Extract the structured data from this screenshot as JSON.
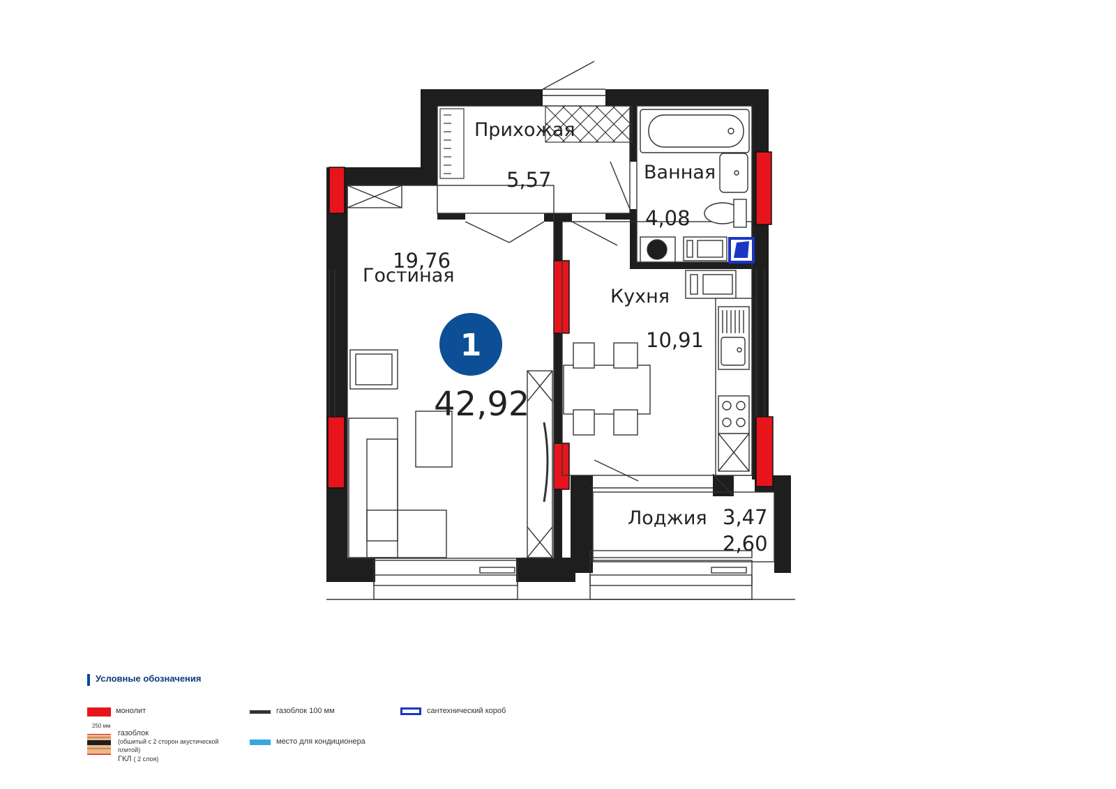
{
  "badge": {
    "number": "1",
    "total_area": "42,92"
  },
  "rooms": {
    "hallway": {
      "name": "Прихожая",
      "area": "5,57"
    },
    "bathroom": {
      "name": "Ванная",
      "area": "4,08"
    },
    "living": {
      "name": "Гостиная",
      "area": "19,76"
    },
    "kitchen": {
      "name": "Кухня",
      "area": "10,91"
    },
    "loggia": {
      "name": "Лоджия",
      "area": "3,47",
      "area2": "2,60"
    }
  },
  "legend": {
    "title": "Условные обозначения",
    "items": {
      "monolith": "монолит",
      "gasblock100": "газоблок 100 мм",
      "plumbing_box": "сантехнический короб",
      "gasblock_lined": "газоблок",
      "gasblock_lined_note": "(обшитый с 2 сторон акустической плитой)",
      "gkl": "ГКЛ",
      "gkl_note": "( 2 слоя)",
      "ac_place": "место для кондиционера",
      "dim_250": "250 мм"
    }
  },
  "colors": {
    "wall": "#1e1e1e",
    "monolith": "#e8141c",
    "badge": "#0d4f96",
    "plumbing": "#1a36c4",
    "ac": "#3aa6de"
  }
}
